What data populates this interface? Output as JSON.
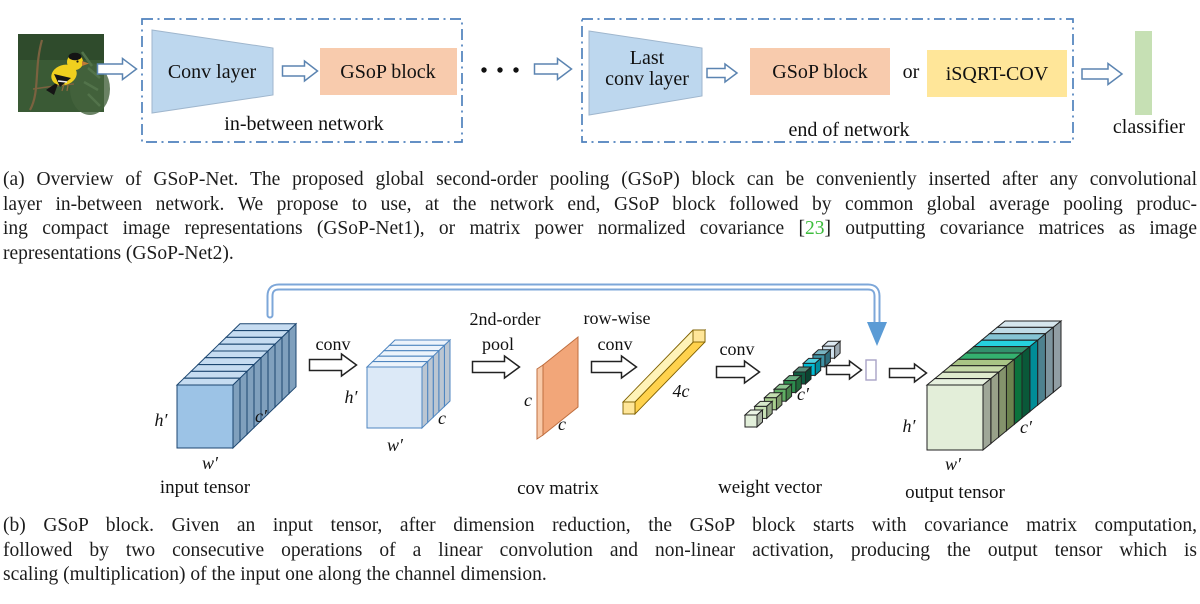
{
  "figure": {
    "panel_a": {
      "conv_layer": "Conv layer",
      "gsop_block_1": "GSoP block",
      "in_between_label": "in-between network",
      "ellipsis": "· · ·",
      "last_conv_line1": "Last",
      "last_conv_line2": "conv layer",
      "gsop_block_2": "GSoP block",
      "or_label": "or",
      "isqrt_cov": "iSQRT-COV",
      "end_label": "end of network",
      "classifier_label": "classifier"
    },
    "caption_a": {
      "line1": "(a) Overview of GSoP-Net. The proposed global second-order pooling (GSoP) block can be conveniently inserted after any convolutional",
      "line2": "layer in-between network.  We propose to use, at the network end, GSoP block followed by common global average pooling produc-",
      "line3_pre": "ing compact image representations (GSoP-Net1), or matrix power normalized covariance [",
      "line3_ref": "23",
      "line3_post": "] outputting covariance matrices as image",
      "line4": "representations (GSoP-Net2)."
    },
    "panel_b": {
      "op_conv1": "conv",
      "op_pool_line1": "2nd-order",
      "op_pool_line2": "pool",
      "op_rowwise_line1": "row-wise",
      "op_rowwise_line2": "conv",
      "op_conv2": "conv",
      "input_tensor_label": "input tensor",
      "cov_matrix_label": "cov matrix",
      "weight_vector_label": "weight vector",
      "output_tensor_label": "output tensor",
      "in_h": "h′",
      "in_w": "w′",
      "in_c": "c′",
      "red_h": "h′",
      "red_w": "w′",
      "red_c": "c",
      "cov_c_left": "c",
      "cov_c_bottom": "c",
      "bar_4c": "4c",
      "wv_c": "c′",
      "out_h": "h′",
      "out_w": "w′",
      "out_c": "c′"
    },
    "caption_b": {
      "line1": "(b) GSoP block.  Given an input tensor, after dimension reduction, the GSoP block starts with covariance matrix computation,",
      "line2": "followed by two consecutive operations of a linear convolution and non-linear activation, producing the output tensor which is",
      "line3": "scaling (multiplication) of the input one along the channel dimension."
    }
  },
  "palette": {
    "input": "#9cc3e6",
    "input_stroke": "#1c4670",
    "reduced": "#dce9f7",
    "reduced_stroke": "#4f86c0",
    "weight_vector": [
      "#e2efda",
      "#c6e0b4",
      "#a9d08e",
      "#5fae63",
      "#2c8c4d",
      "#0f5b41",
      "#00bcd4",
      "#3e93a6",
      "#cfe0ec"
    ],
    "output": [
      "#e3eed9",
      "#d9e6c4",
      "#bcd29a",
      "#9aba70",
      "#10a355",
      "#0e7d52",
      "#00c9d8",
      "#6fb9cc",
      "#b4d5e2",
      "#cfe2ea"
    ],
    "bar": {
      "top": "#fff3b8",
      "side": "#ffd24d",
      "end": "#ffe699",
      "stroke": "#7f6000"
    },
    "cov": {
      "face": "#f2a679",
      "edge": "#f8c9a8",
      "stroke": "#bf6e3f"
    }
  },
  "colors": {
    "dash_blue": "#4f81bd",
    "conv_fill": "#bdd7ee",
    "conv_stroke": "#9fb6cd",
    "gsop_block": "#f8cbad",
    "isqrt_cov": "#ffe699",
    "classifier": "#c6e0b4",
    "arrow_a_stroke": "#5b84b1",
    "arrow_b_stroke": "#222222",
    "loop_blue": "#7da7d9",
    "loop_head": "#5b9bd5",
    "ref_green": "#3dbd3d",
    "text": "#1c1c1c"
  }
}
